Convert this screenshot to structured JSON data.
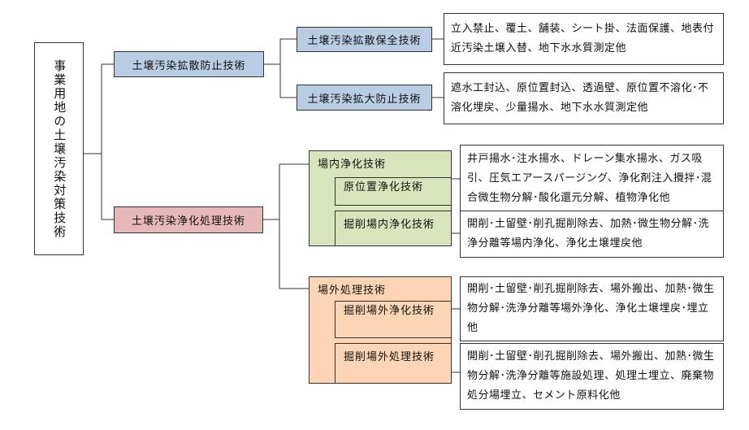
{
  "root": {
    "label": "事業用地の土壌汚染対策技術"
  },
  "level1": [
    {
      "label": "土壌汚染拡散防止技術",
      "children": [
        {
          "label": "土壌汚染拡散保全技術",
          "desc": "立入禁止、覆土、舗装、シート掛、法面保護、地表付近汚染土壌入替、地下水水質測定他"
        },
        {
          "label": "土壌汚染拡大防止技術",
          "desc": "遮水工封込、原位置封込、透過壁、原位置不溶化･不溶化埋戻、少量揚水、地下水水質測定他"
        }
      ]
    },
    {
      "label": "土壌汚染浄化処理技術",
      "groups": [
        {
          "label": "場内浄化技術",
          "children": [
            {
              "label": "原位置浄化技術",
              "desc": "井戸揚水･注水揚水、ドレーン集水揚水、ガス吸引、圧気エアースパージング、浄化剤注入攪拌･混合微生物分解･酸化還元分解、植物浄化他"
            },
            {
              "label": "掘削場内浄化技術",
              "desc": "開削･土留壁･削孔掘削除去、加熱･微生物分解･洗浄分離等場内浄化、浄化土壌埋戻他"
            }
          ]
        },
        {
          "label": "場外処理技術",
          "children": [
            {
              "label": "掘削場外浄化技術",
              "desc": "開削･土留壁･削孔掘削除去、場外搬出、加熱･微生物分解･洗浄分離等場外浄化、浄化土壌埋戻･埋立他"
            },
            {
              "label": "掘削場外処理技術",
              "desc": "開削･土留壁･削孔掘削除去、場外搬出、加熱･微生物分解･洗浄分離等施設処理、処理土埋立、廃棄物処分場埋立、セメント原料化他"
            }
          ]
        }
      ]
    }
  ],
  "colors": {
    "line": "#333333",
    "blue": "#b8cce4",
    "red": "#e6b8b7",
    "green": "#d7e4bc",
    "orange": "#fcd5b4"
  }
}
